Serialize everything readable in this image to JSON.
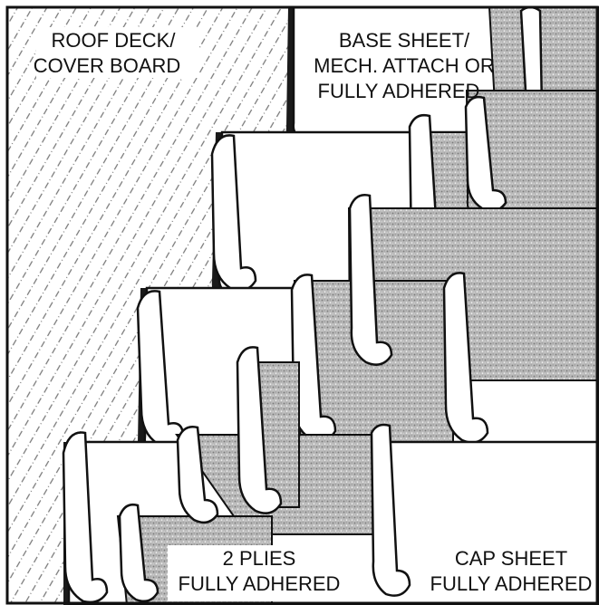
{
  "labels": {
    "roof_deck": [
      "ROOF DECK/",
      "COVER BOARD"
    ],
    "base_sheet": [
      "BASE SHEET/",
      "MECH. ATTACH OR",
      "FULLY ADHERED"
    ],
    "plies": [
      "2 PLIES",
      "FULLY ADHERED"
    ],
    "cap_sheet": [
      "CAP SHEET",
      "FULLY ADHERED"
    ]
  },
  "colors": {
    "outline": "#111111",
    "sheet_fill": "#ffffff",
    "granule_fill": "#b9b9b9",
    "shadow": "#1a1a1a",
    "hatch": "#777777"
  }
}
